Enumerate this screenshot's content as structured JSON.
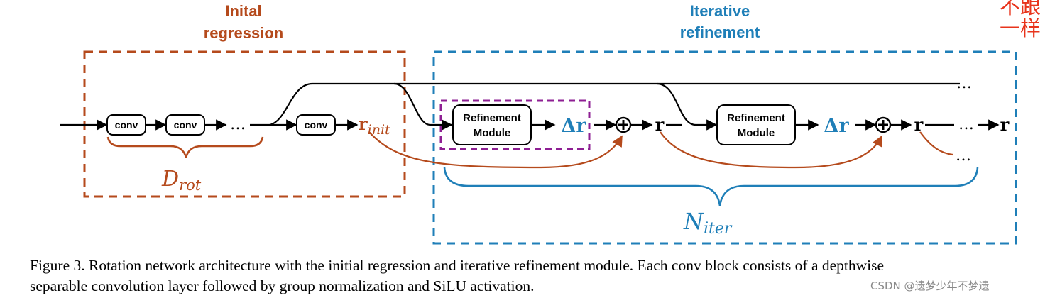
{
  "diagram": {
    "initial_stage": {
      "title_line1": "Inital",
      "title_line2": "regression",
      "brace_label_main": "D",
      "brace_label_sub": "rot"
    },
    "iterative_stage": {
      "title_line1": "Iterative",
      "title_line2": "refinement",
      "brace_label_main": "N",
      "brace_label_sub": "iter"
    },
    "conv_label": "conv",
    "ellipsis": "…",
    "r_init_main": "r",
    "r_init_sub": "init",
    "refinement_line1": "Refinement",
    "refinement_line2": "Module",
    "delta_r": "Δr",
    "r_symbol": "r",
    "colors": {
      "initial": "#b54a1c",
      "iterative": "#1f7fb8",
      "highlight": "#8e1f93",
      "arrow": "#000000",
      "corner_note": "#e8341c",
      "watermark": "#8a8a8a"
    }
  },
  "caption": {
    "line1": "Figure 3. Rotation network architecture with the initial regression and iterative refinement module. Each conv block consists of a depthwise",
    "line2": "separable convolution layer followed by group normalization and SiLU activation."
  },
  "corner_note": {
    "line1": "不跟",
    "line2": "一样"
  },
  "watermark": "CSDN @遗梦少年不梦遗"
}
